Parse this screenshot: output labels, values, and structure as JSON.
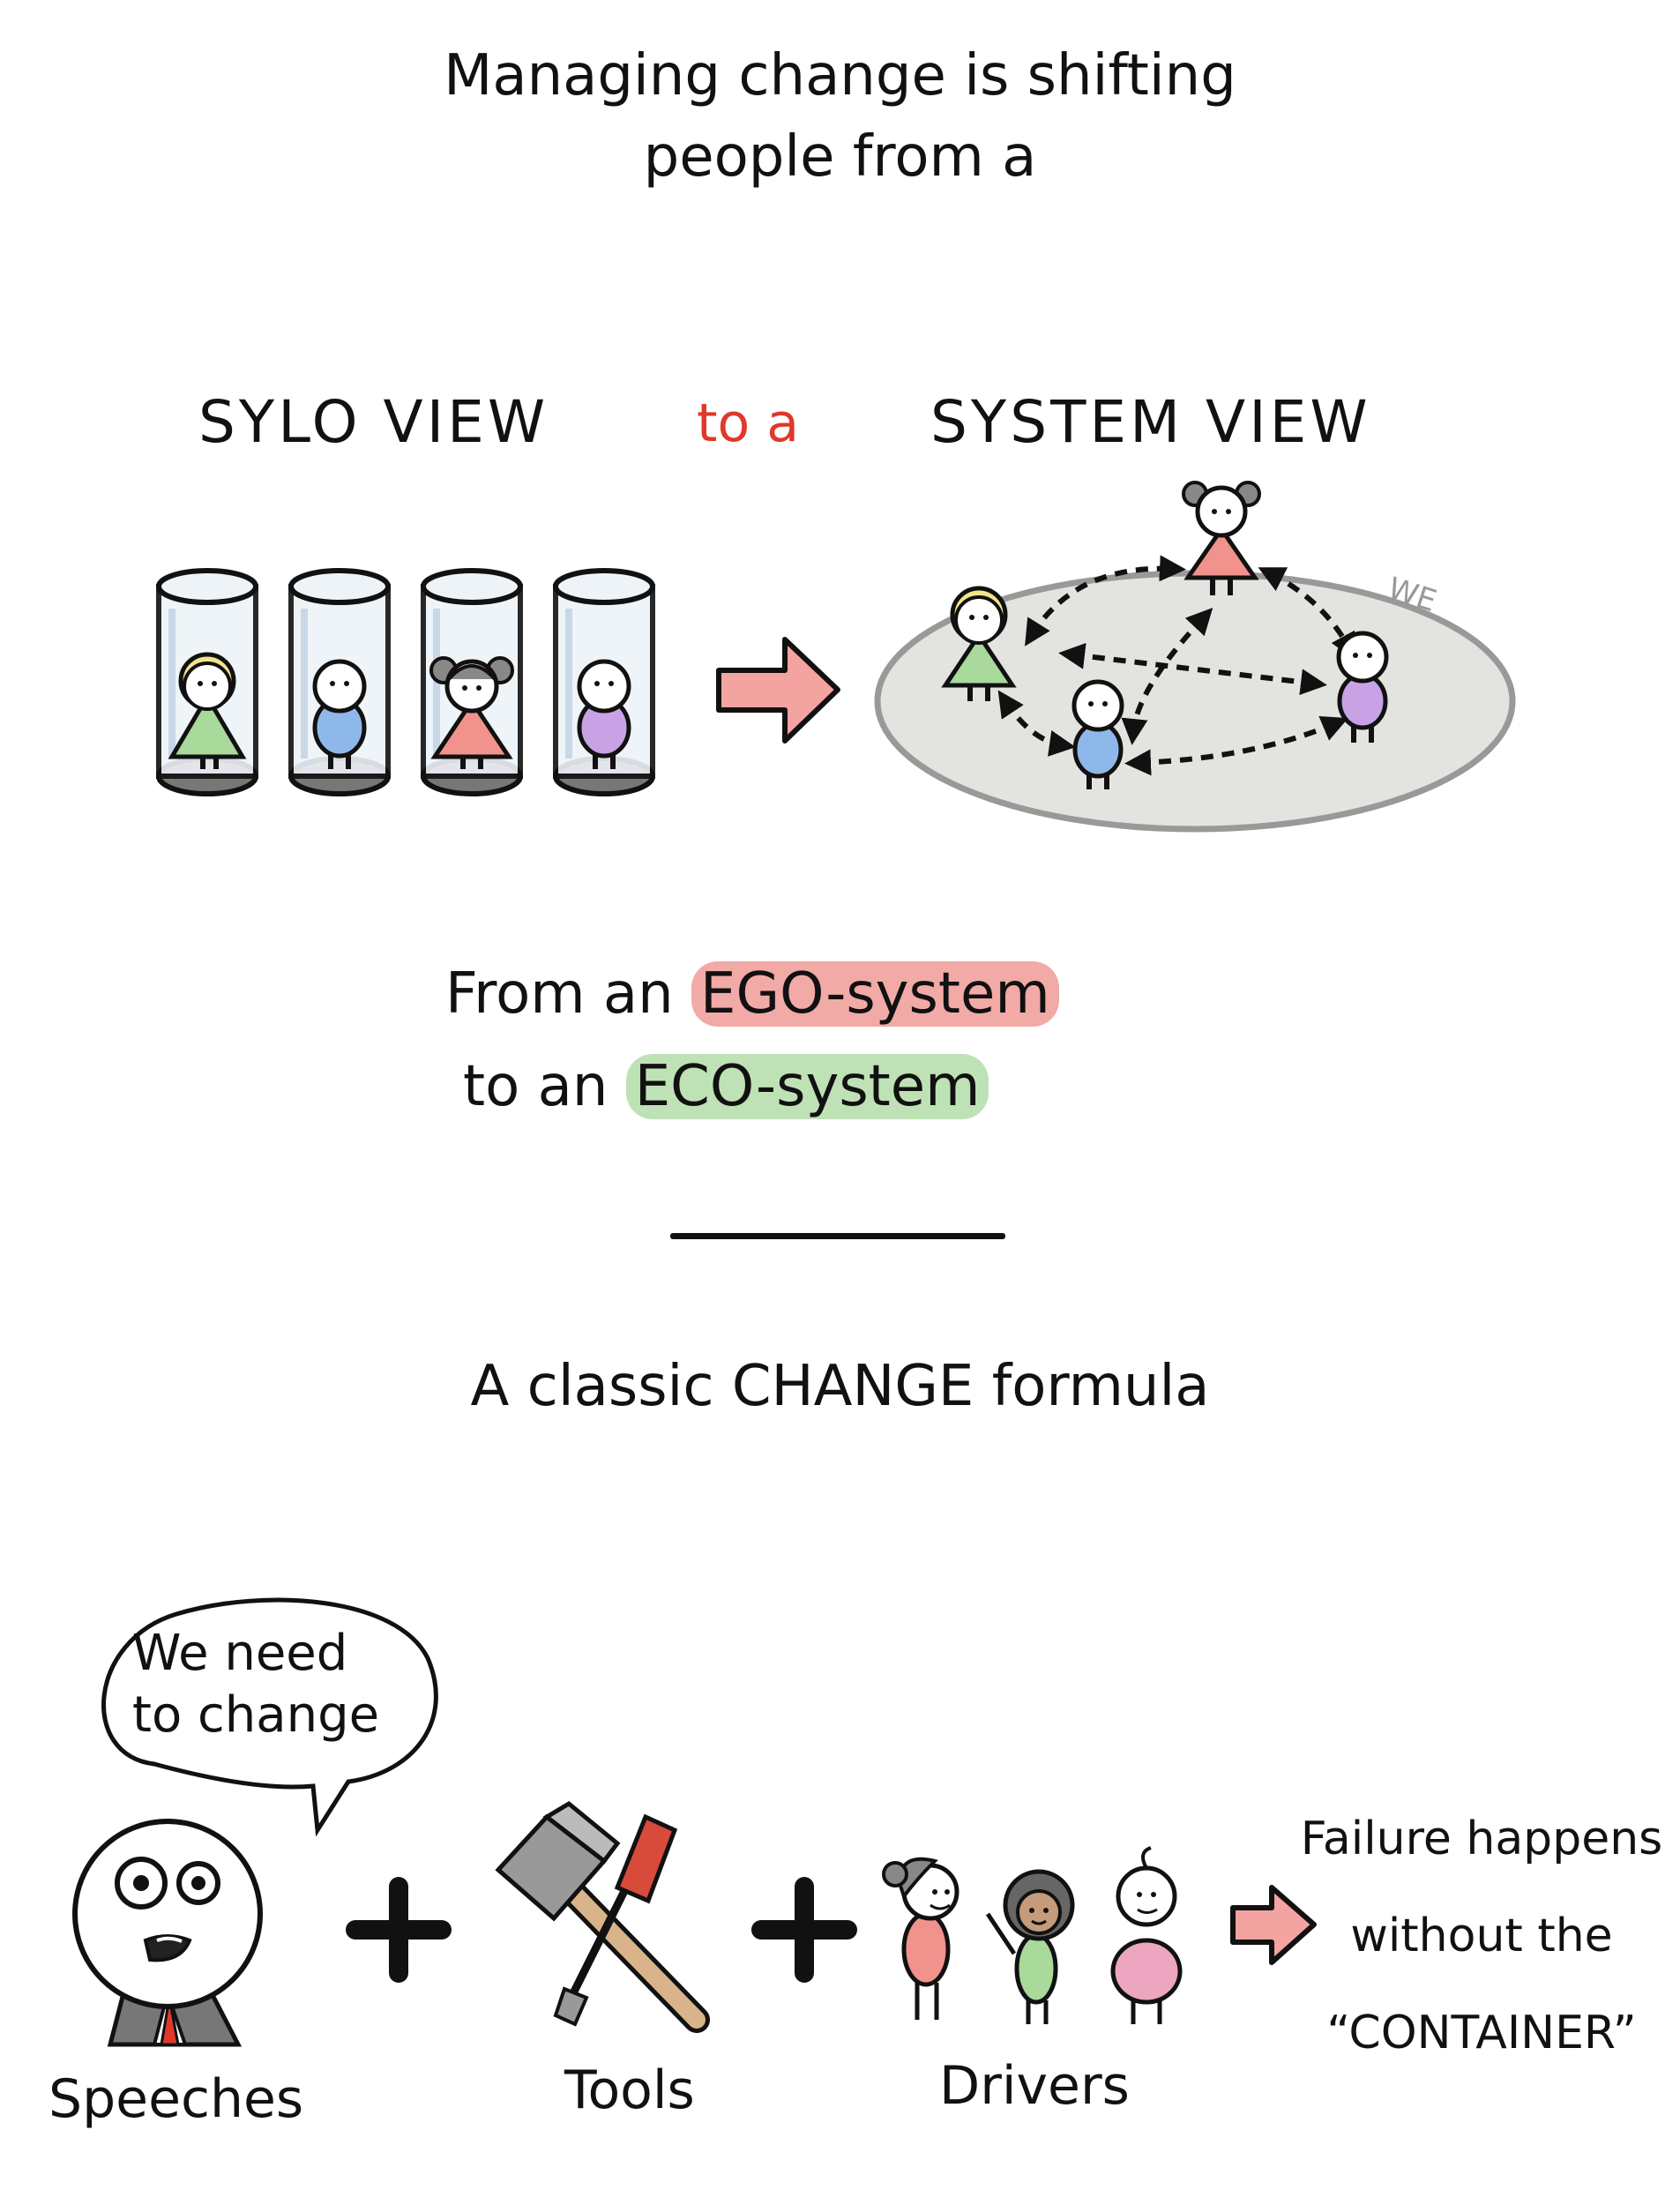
{
  "intro": {
    "line1": "Managing change is shifting",
    "line2": "people from a"
  },
  "views": {
    "from_label": "SYLO VIEW",
    "connector": "to a",
    "to_label": "SYSTEM VIEW",
    "we_label": "WE"
  },
  "ego_eco": {
    "line1_prefix": "From an",
    "line1_highlight": "EGO-system",
    "line2_prefix": "to an",
    "line2_highlight": "ECO-system"
  },
  "formula": {
    "title": "A classic CHANGE formula",
    "speech_bubble": "We need to change",
    "parts": [
      "Speeches",
      "Tools",
      "Drivers"
    ],
    "plus_symbol": "+",
    "result_line1": "Failure happens",
    "result_line2": "without the",
    "result_line3": "“CONTAINER”"
  },
  "colors": {
    "green": "#a9d99b",
    "blue": "#8fb8ea",
    "red": "#f2928c",
    "purple": "#c9a2e6",
    "pink": "#eda6c0",
    "blonde": "#f3e48a",
    "arrow_fill": "#f3a3a0",
    "accent": "#e0382b"
  }
}
